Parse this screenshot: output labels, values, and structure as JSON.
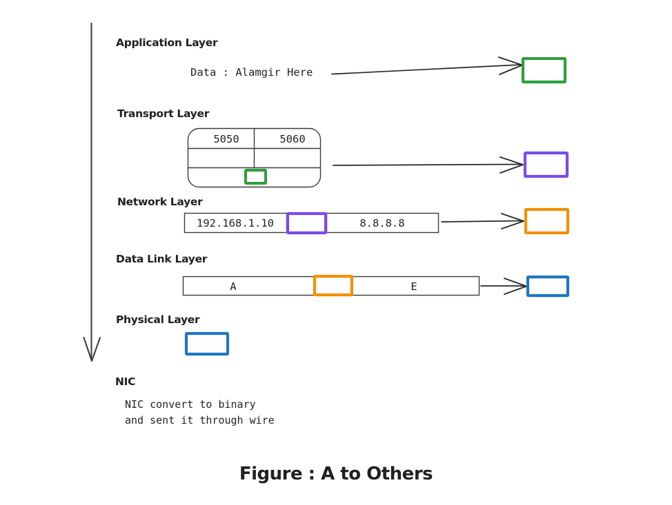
{
  "figure": {
    "caption": "Figure :  A to Others"
  },
  "flow_axis": {
    "name": "downward-flow-arrow"
  },
  "layers": [
    {
      "id": "application",
      "heading": "Application Layer",
      "payload_text": "Data : Alamgir Here",
      "right_box_color": "#2e9e3e",
      "right_box_name": "application-layer-output-box"
    },
    {
      "id": "transport",
      "heading": "Transport Layer",
      "source_port": "5050",
      "destination_port": "5060",
      "inner_box_color": "#2e9e3e",
      "right_box_color": "#7b4be8",
      "right_box_name": "transport-layer-output-box"
    },
    {
      "id": "network",
      "heading": "Network Layer",
      "source_ip": "192.168.1.10",
      "destination_ip": "8.8.8.8",
      "inner_box_color": "#7b4be8",
      "right_box_color": "#f29100",
      "right_box_name": "network-layer-output-box"
    },
    {
      "id": "datalink",
      "heading": "Data Link Layer",
      "source_mac": "A",
      "destination_mac": "E",
      "inner_box_color": "#f29100",
      "right_box_color": "#1f76c0",
      "right_box_name": "data-link-layer-output-box"
    },
    {
      "id": "physical",
      "heading": "Physical Layer",
      "box_color": "#1f76c0"
    },
    {
      "id": "nic",
      "heading": "NIC",
      "note_line_1": "NIC convert to binary",
      "note_line_2": "and sent it through wire"
    }
  ],
  "colors": {
    "green": "#2e9e3e",
    "purple": "#7b4be8",
    "orange": "#f29100",
    "blue": "#1f76c0",
    "ink": "#231f20",
    "stroke": "#3a3a3a"
  }
}
